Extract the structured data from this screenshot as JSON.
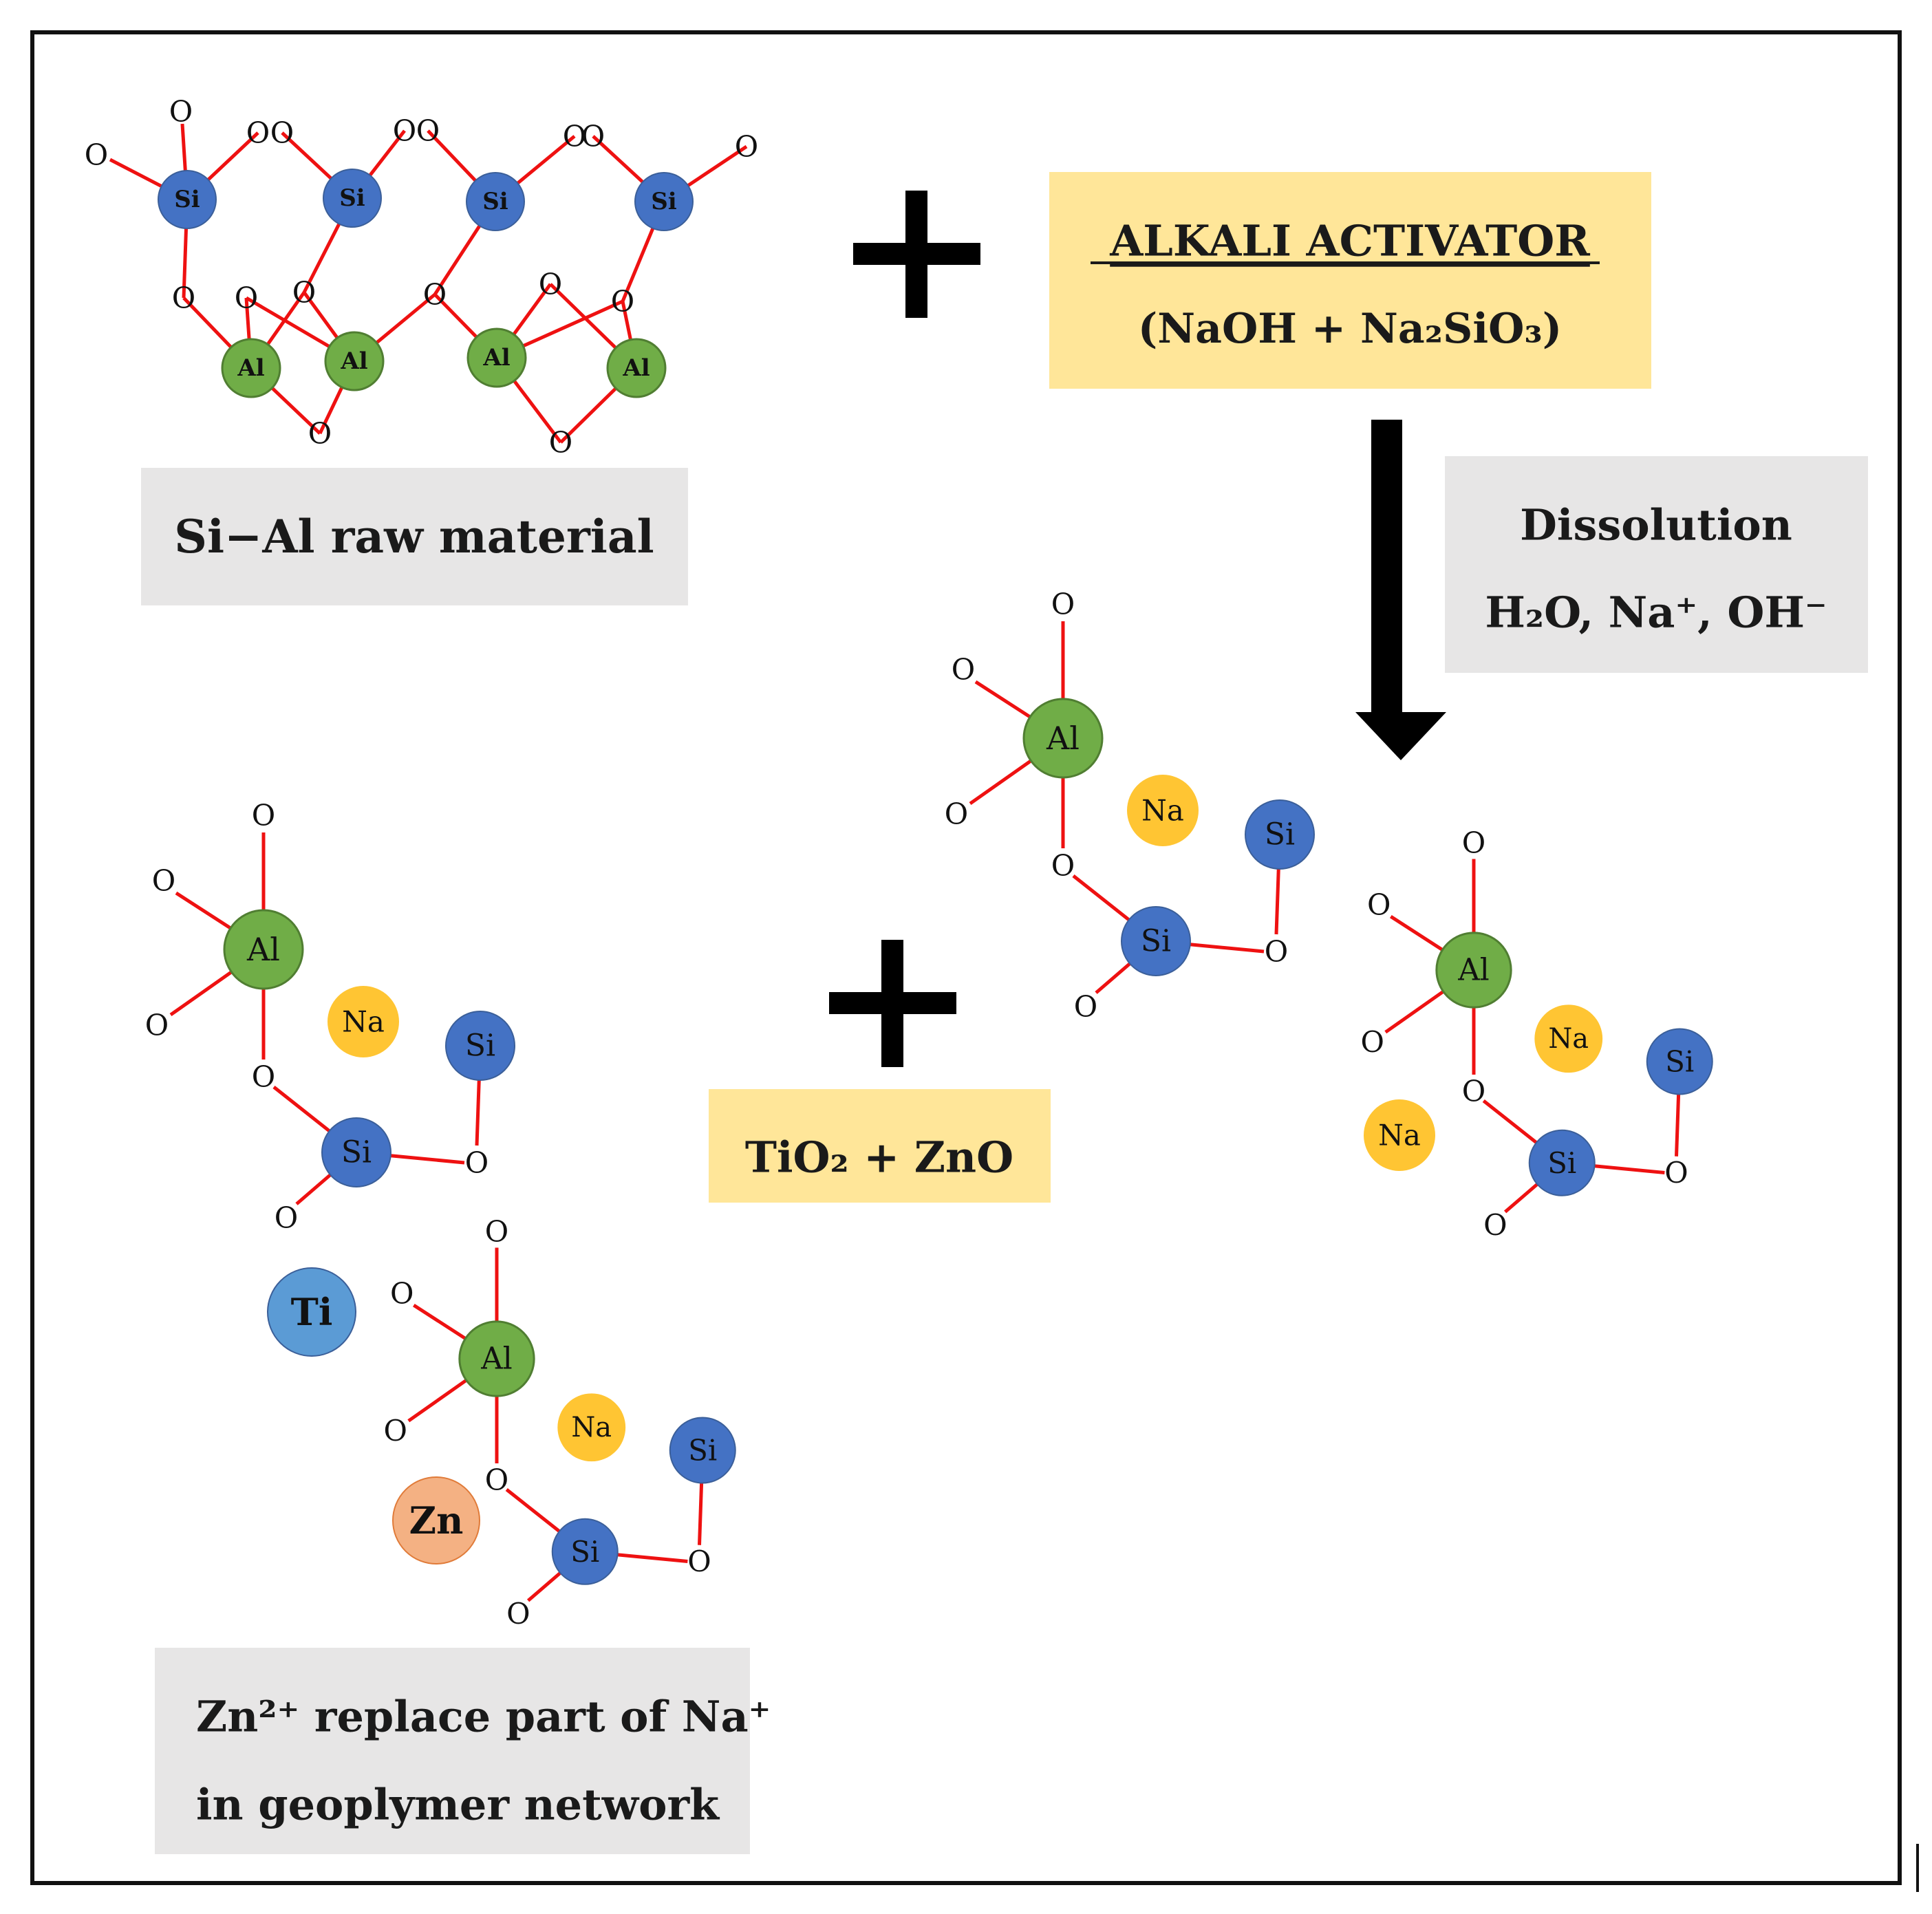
{
  "labels": {
    "raw_material": "Si−Al raw material",
    "activator_title": "ALKALI ACTIVATOR",
    "activator_formula": "(NaOH + Na₂SiO₃)",
    "dissolution_title": "Dissolution",
    "dissolution_species": "H₂O, Na⁺, OH⁻",
    "dopants": "TiO₂ + ZnO",
    "result_line1": "Zn²⁺ replace part of Na⁺",
    "result_line2": "in geoplymer network"
  },
  "symbols": {
    "plus": "+",
    "si": "Si",
    "al": "Al",
    "na": "Na",
    "ti": "Ti",
    "zn": "Zn",
    "o": "O"
  },
  "colors": {
    "si": "#4472c4",
    "al": "#70ad47",
    "na": "#ffc533",
    "ti": "#5b9bd5",
    "zn": "#f4b183",
    "bond": "#ee1111",
    "yellow_box": "#ffe699",
    "gray_box": "#e7e6e6",
    "frame": "#111111"
  }
}
